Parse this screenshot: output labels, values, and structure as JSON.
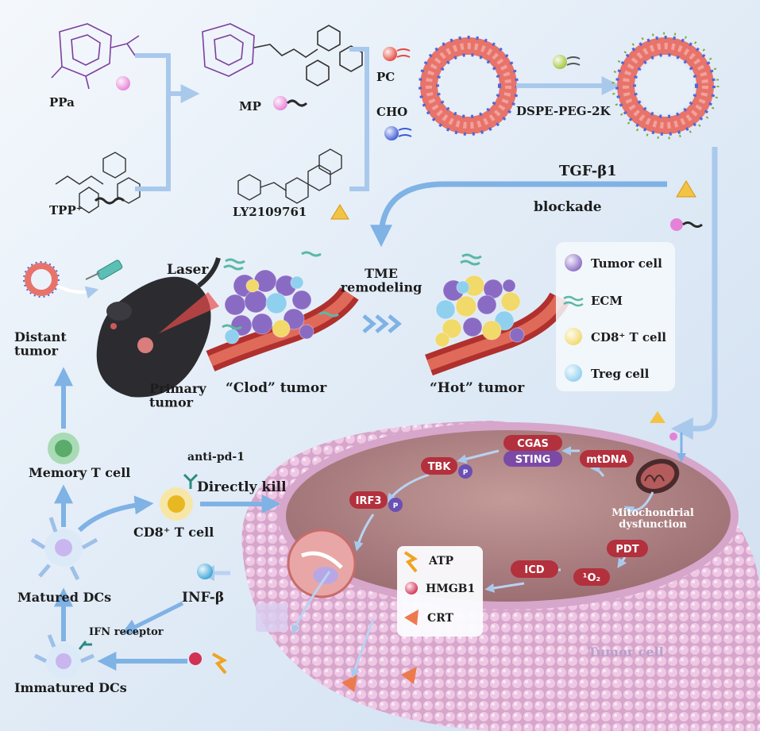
{
  "colors": {
    "background": "#e8f1fa",
    "arrow": "#7fb2e5",
    "tumor_cell": "#8a6bc4",
    "cd8_t_cell": "#f1d96a",
    "treg_cell": "#8fd0ef",
    "ecm": "#5cb8a6",
    "membrane": "#e6b9d8",
    "cytoplasm": "#b08586",
    "pill_red": "#b3303d",
    "pill_purple": "#7a4aa6",
    "pp_marker": "#6a4fb4"
  },
  "synthesis": {
    "ppa": "PPa",
    "tpp": "TPP⁺",
    "mp": "MP",
    "ly": "LY2109761",
    "pc": "PC",
    "cho": "CHO",
    "dspe": "DSPE-PEG-2K"
  },
  "therapy": {
    "tgf": "TGF-β1",
    "blockade": "blockade",
    "laser": "Laser",
    "distant_tumor": "Distant\ntumor",
    "primary_tumor": "Primary\ntumor",
    "tme_remodeling": "TME\nremodeling",
    "cold_tumor": "“Clod” tumor",
    "hot_tumor": "“Hot” tumor"
  },
  "legend": [
    {
      "label": "Tumor cell",
      "icon": "tumor-cell-icon"
    },
    {
      "label": "ECM",
      "icon": "ecm-icon"
    },
    {
      "label": "CD8⁺ T cell",
      "icon": "cd8-t-cell-icon"
    },
    {
      "label": "Treg cell",
      "icon": "treg-cell-icon"
    }
  ],
  "immune": {
    "memory_t_cell": "Memory T cell",
    "anti_pd1": "anti-pd-1",
    "directly_kill": "Directly kill",
    "cd8_t_cell": "CD8⁺ T cell",
    "matured_dcs": "Matured DCs",
    "inf_beta": "INF-β",
    "ifn_receptor": "IFN receptor",
    "immatured_dcs": "Immatured DCs"
  },
  "pathway": {
    "cgas": "CGAS",
    "sting": "STING",
    "tbk": "TBK",
    "mtdna": "mtDNA",
    "irf3": "IRF3",
    "p": "P",
    "mito_dysfunction": "Mitochondrial\ndysfunction",
    "pdt": "PDT",
    "icd": "ICD",
    "singlet_o2": "¹O₂",
    "tumor_cell": "Tumor cell"
  },
  "damp_legend": [
    {
      "label": "ATP",
      "icon": "atp-icon"
    },
    {
      "label": "HMGB1",
      "icon": "hmgb1-icon"
    },
    {
      "label": "CRT",
      "icon": "crt-icon"
    }
  ]
}
